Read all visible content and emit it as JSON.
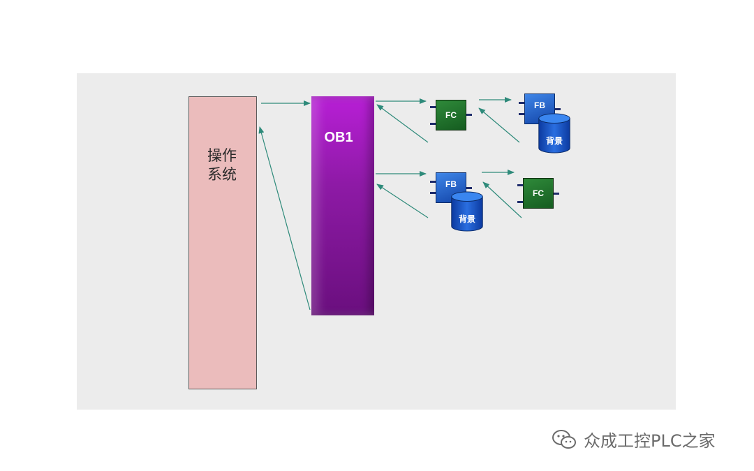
{
  "diagram": {
    "os_label": "操作\n系统",
    "ob1_label": "OB1",
    "blocks": {
      "fc_top": "FC",
      "fb_top": "FB",
      "db_top": "背景",
      "fb_mid": "FB",
      "db_mid": "背景",
      "fc_mid": "FC"
    }
  },
  "watermark": {
    "text": "众成工控PLC之家"
  },
  "colors": {
    "panel": "#ececec",
    "os_box": "#ebbcbc",
    "ob1": "#8e1aa6",
    "fc": "#1f6f2b",
    "fb": "#2a62d0",
    "arrow": "#2e8a7a"
  }
}
